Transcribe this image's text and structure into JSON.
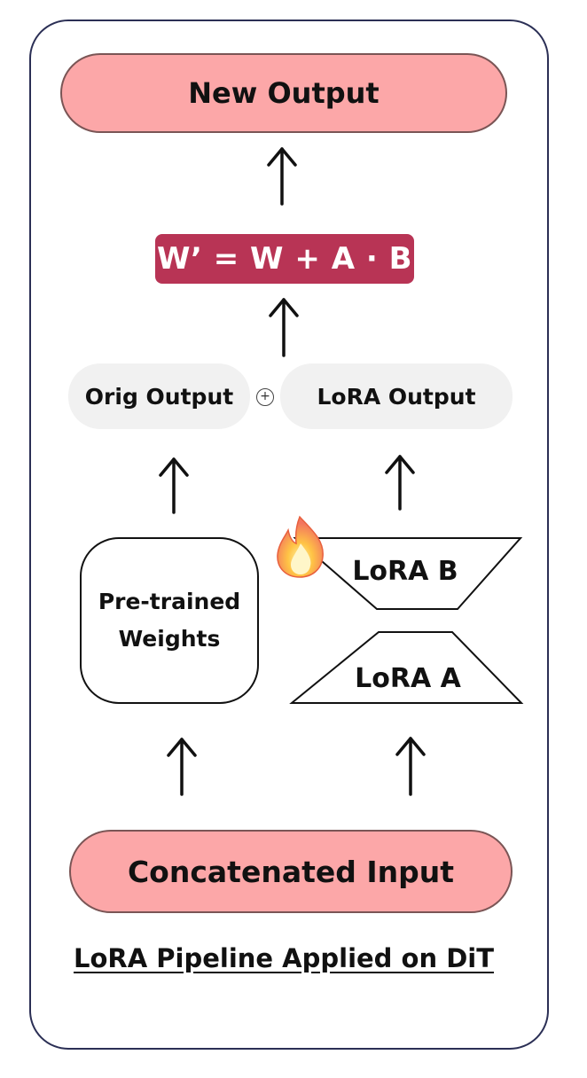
{
  "nodes": {
    "new_output": "New Output",
    "formula": "W’ = W + A · B",
    "orig_output": "Orig Output",
    "lora_output": "LoRA Output",
    "combine_symbol": "+",
    "pretrained_line1": "Pre-trained",
    "pretrained_line2": "Weights",
    "lora_b": "LoRA B",
    "lora_a": "LoRA A",
    "concat_input": "Concatenated Input"
  },
  "caption": "LoRA Pipeline Applied on DiT",
  "icons": {
    "trainable": "fire-icon"
  },
  "colors": {
    "pink": "#fca7a8",
    "formula_bg": "#b83455",
    "grey_box": "#f1f1f1",
    "frame": "#2b2f55"
  }
}
